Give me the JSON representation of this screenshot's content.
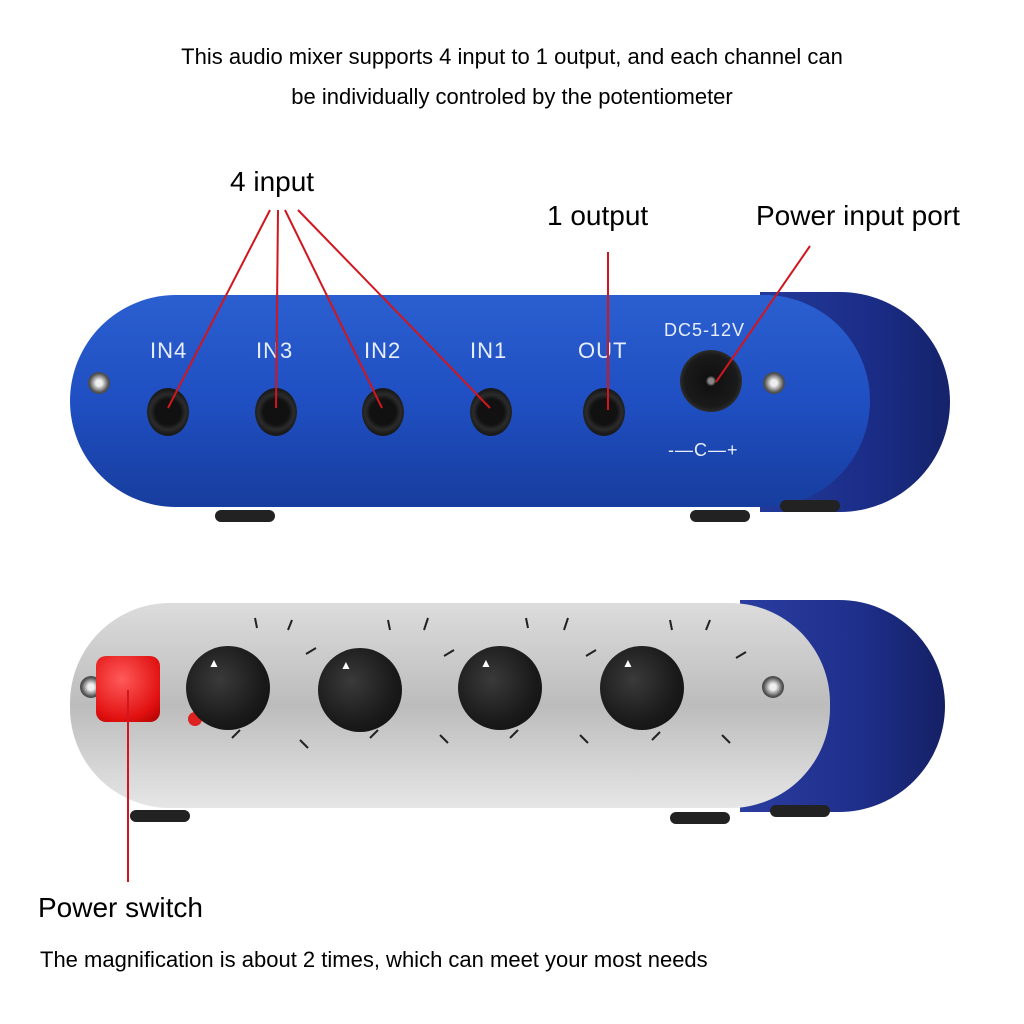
{
  "header": {
    "line1": "This audio mixer supports 4 input to 1 output, and each channel can",
    "line2": "be individually controled by the potentiometer"
  },
  "callouts": {
    "inputs": "4 input",
    "output": "1 output",
    "power_port": "Power input port",
    "power_switch": "Power switch"
  },
  "device_front": {
    "jacks": [
      {
        "label": "IN4"
      },
      {
        "label": "IN3"
      },
      {
        "label": "IN2"
      },
      {
        "label": "IN1"
      },
      {
        "label": "OUT"
      }
    ],
    "power_port_label": "DC5-12V",
    "polarity_label": "-—C—+"
  },
  "device_back": {
    "knobs": [
      {
        "name": "knob-1",
        "indicator": "▲"
      },
      {
        "name": "knob-2",
        "indicator": "▲"
      },
      {
        "name": "knob-3",
        "indicator": "▲"
      },
      {
        "name": "knob-4",
        "indicator": "▲"
      }
    ]
  },
  "footer": {
    "caption": "The magnification is about 2 times, which can meet your most needs"
  },
  "colors": {
    "accent_line": "#d0161e",
    "device_blue": "#1f4fc2",
    "switch_red": "#e11010"
  }
}
